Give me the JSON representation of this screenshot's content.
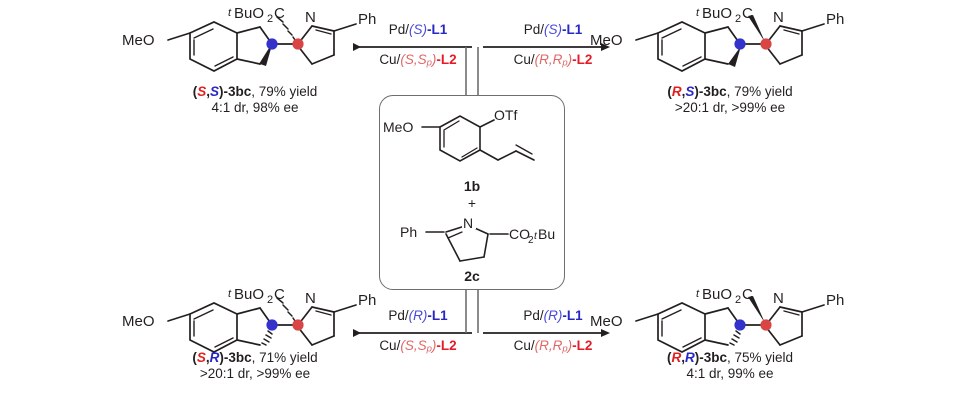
{
  "scheme": {
    "title": "Divergent stereodivergent synthesis of 3bc stereoisomers",
    "colors": {
      "stereo_red": "#e02020",
      "stereo_blue": "#2727c4",
      "ligand_red": "#e31c28",
      "ligand_blue": "#2727c4",
      "line": "#231f20",
      "box_border": "#6e6e6e"
    }
  },
  "center_box": {
    "substrate_1": {
      "label": "1b",
      "substituent_left": "MeO",
      "substituent_right": "OTf",
      "description": "allyl aryl triflate"
    },
    "plus": "+",
    "substrate_2": {
      "label": "2c",
      "substituent_left": "Ph",
      "substituent_right_main": "CO",
      "substituent_right_sub": "2",
      "substituent_right_tbu": "tBu",
      "ring_heteroatom": "N",
      "description": "cyclic imino ester"
    }
  },
  "quadrants": [
    {
      "id": "top-left",
      "arrow_direction": "left",
      "conditions": {
        "top": {
          "metal": "Pd/",
          "config": "(S)",
          "ligand": "-L1"
        },
        "bottom": {
          "metal": "Cu/",
          "config": "(S,Sp)",
          "ligand": "-L2"
        }
      },
      "product": {
        "name_config": "(S,S)",
        "config_1": "S",
        "config_2": "S",
        "name_code": "-3bc",
        "yield_text": ", 79% yield",
        "dr_ee": "4:1 dr, 98% ee",
        "labels": {
          "meo": "MeO",
          "ester": "BuO",
          "ester_sub": "2",
          "ester_c": "C",
          "ester_pre": "t",
          "nitrogen": "N",
          "phenyl": "Ph"
        }
      }
    },
    {
      "id": "top-right",
      "arrow_direction": "right",
      "conditions": {
        "top": {
          "metal": "Pd/",
          "config": "(S)",
          "ligand": "-L1"
        },
        "bottom": {
          "metal": "Cu/",
          "config": "(R,Rp)",
          "ligand": "-L2"
        }
      },
      "product": {
        "name_config": "(R,S)",
        "config_1": "R",
        "config_2": "S",
        "name_code": "-3bc",
        "yield_text": ", 79% yield",
        "dr_ee": ">20:1 dr, >99% ee",
        "labels": {
          "meo": "MeO",
          "ester": "BuO",
          "ester_sub": "2",
          "ester_c": "C",
          "ester_pre": "t",
          "nitrogen": "N",
          "phenyl": "Ph"
        }
      }
    },
    {
      "id": "bottom-left",
      "arrow_direction": "left",
      "conditions": {
        "top": {
          "metal": "Pd/",
          "config": "(R)",
          "ligand": "-L1"
        },
        "bottom": {
          "metal": "Cu/",
          "config": "(S,Sp)",
          "ligand": "-L2"
        }
      },
      "product": {
        "name_config": "(S,R)",
        "config_1": "S",
        "config_2": "R",
        "name_code": "-3bc",
        "yield_text": ", 71% yield",
        "dr_ee": ">20:1 dr, >99% ee",
        "labels": {
          "meo": "MeO",
          "ester": "BuO",
          "ester_sub": "2",
          "ester_c": "C",
          "ester_pre": "t",
          "nitrogen": "N",
          "phenyl": "Ph"
        }
      }
    },
    {
      "id": "bottom-right",
      "arrow_direction": "right",
      "conditions": {
        "top": {
          "metal": "Pd/",
          "config": "(R)",
          "ligand": "-L1"
        },
        "bottom": {
          "metal": "Cu/",
          "config": "(R,Rp)",
          "ligand": "-L2"
        }
      },
      "product": {
        "name_config": "(R,R)",
        "config_1": "R",
        "config_2": "R",
        "name_code": "-3bc",
        "yield_text": ", 75% yield",
        "dr_ee": "4:1 dr, 99% ee",
        "labels": {
          "meo": "MeO",
          "ester": "BuO",
          "ester_sub": "2",
          "ester_c": "C",
          "ester_pre": "t",
          "nitrogen": "N",
          "phenyl": "Ph"
        }
      }
    }
  ]
}
